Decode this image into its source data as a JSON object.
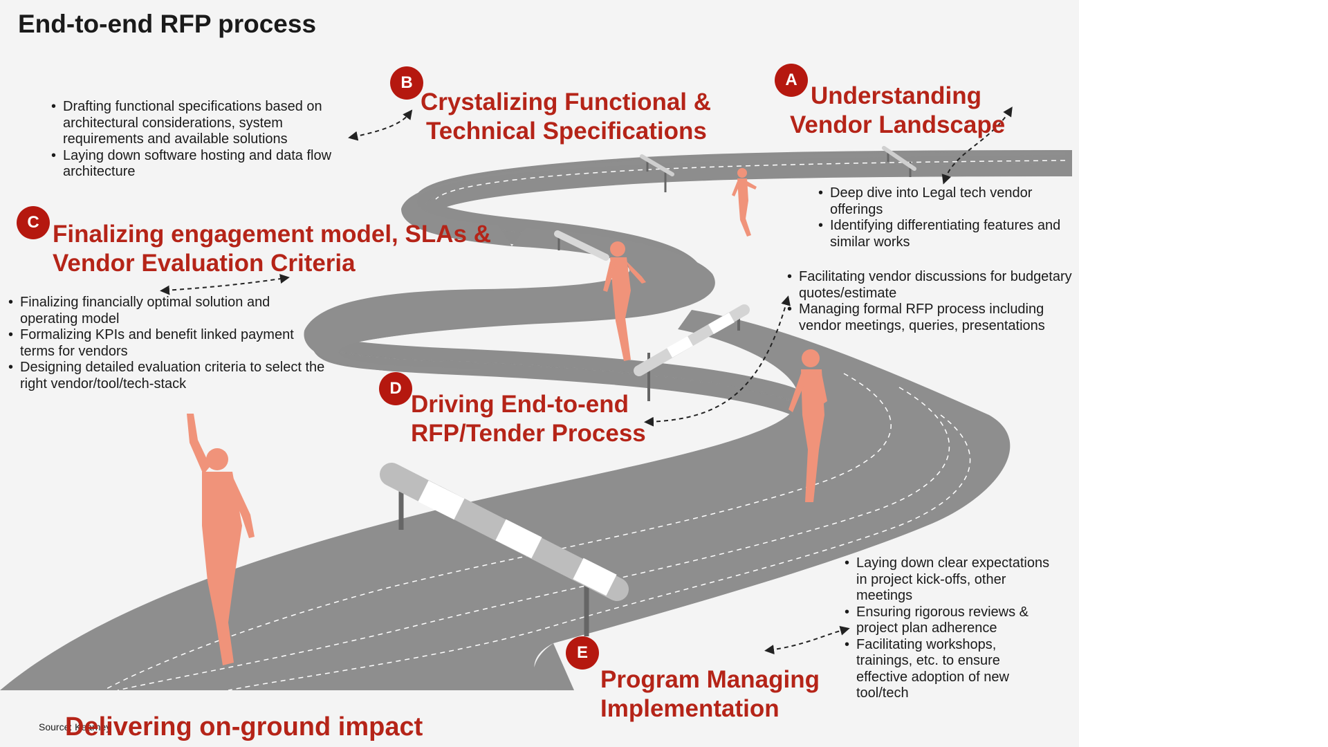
{
  "title": "End-to-end RFP process",
  "stages": [
    {
      "letter": "A",
      "heading": [
        "Understanding",
        "Vendor Landscape"
      ],
      "bullets": [
        "Deep dive into Legal tech vendor offerings",
        "Identifying differentiating features and similar works"
      ]
    },
    {
      "letter": "B",
      "heading": [
        "Crystalizing Functional &",
        "Technical Specifications"
      ],
      "bullets": [
        "Drafting functional specifications based on architectural considerations, system requirements and available solutions",
        "Laying down software hosting and data flow architecture"
      ]
    },
    {
      "letter": "C",
      "heading": [
        "Finalizing engagement model, SLAs &",
        "Vendor Evaluation Criteria"
      ],
      "bullets": [
        "Finalizing financially optimal solution and operating model",
        "Formalizing KPIs and benefit linked payment terms for vendors",
        "Designing detailed evaluation criteria to select the right vendor/tool/tech-stack"
      ]
    },
    {
      "letter": "D",
      "heading": [
        "Driving End-to-end",
        "RFP/Tender Process"
      ],
      "bullets": [
        "Facilitating vendor discussions for budgetary quotes/estimate",
        "Managing formal RFP process including vendor meetings, queries, presentations"
      ]
    },
    {
      "letter": "E",
      "heading": [
        "Program Managing",
        "Implementation"
      ],
      "bullets": [
        "Laying down clear expectations in project kick-offs, other meetings",
        "Ensuring rigorous reviews & project plan adherence",
        "Facilitating workshops, trainings, etc. to ensure effective adoption of new tool/tech"
      ]
    }
  ],
  "final_heading": "Delivering on-ground impact",
  "source": "Source: Kearney",
  "colors": {
    "accent": "#b52418",
    "badge": "#b5180f",
    "road": "#8e8e8e",
    "runner": "#f0937a",
    "background": "#f4f4f4"
  }
}
